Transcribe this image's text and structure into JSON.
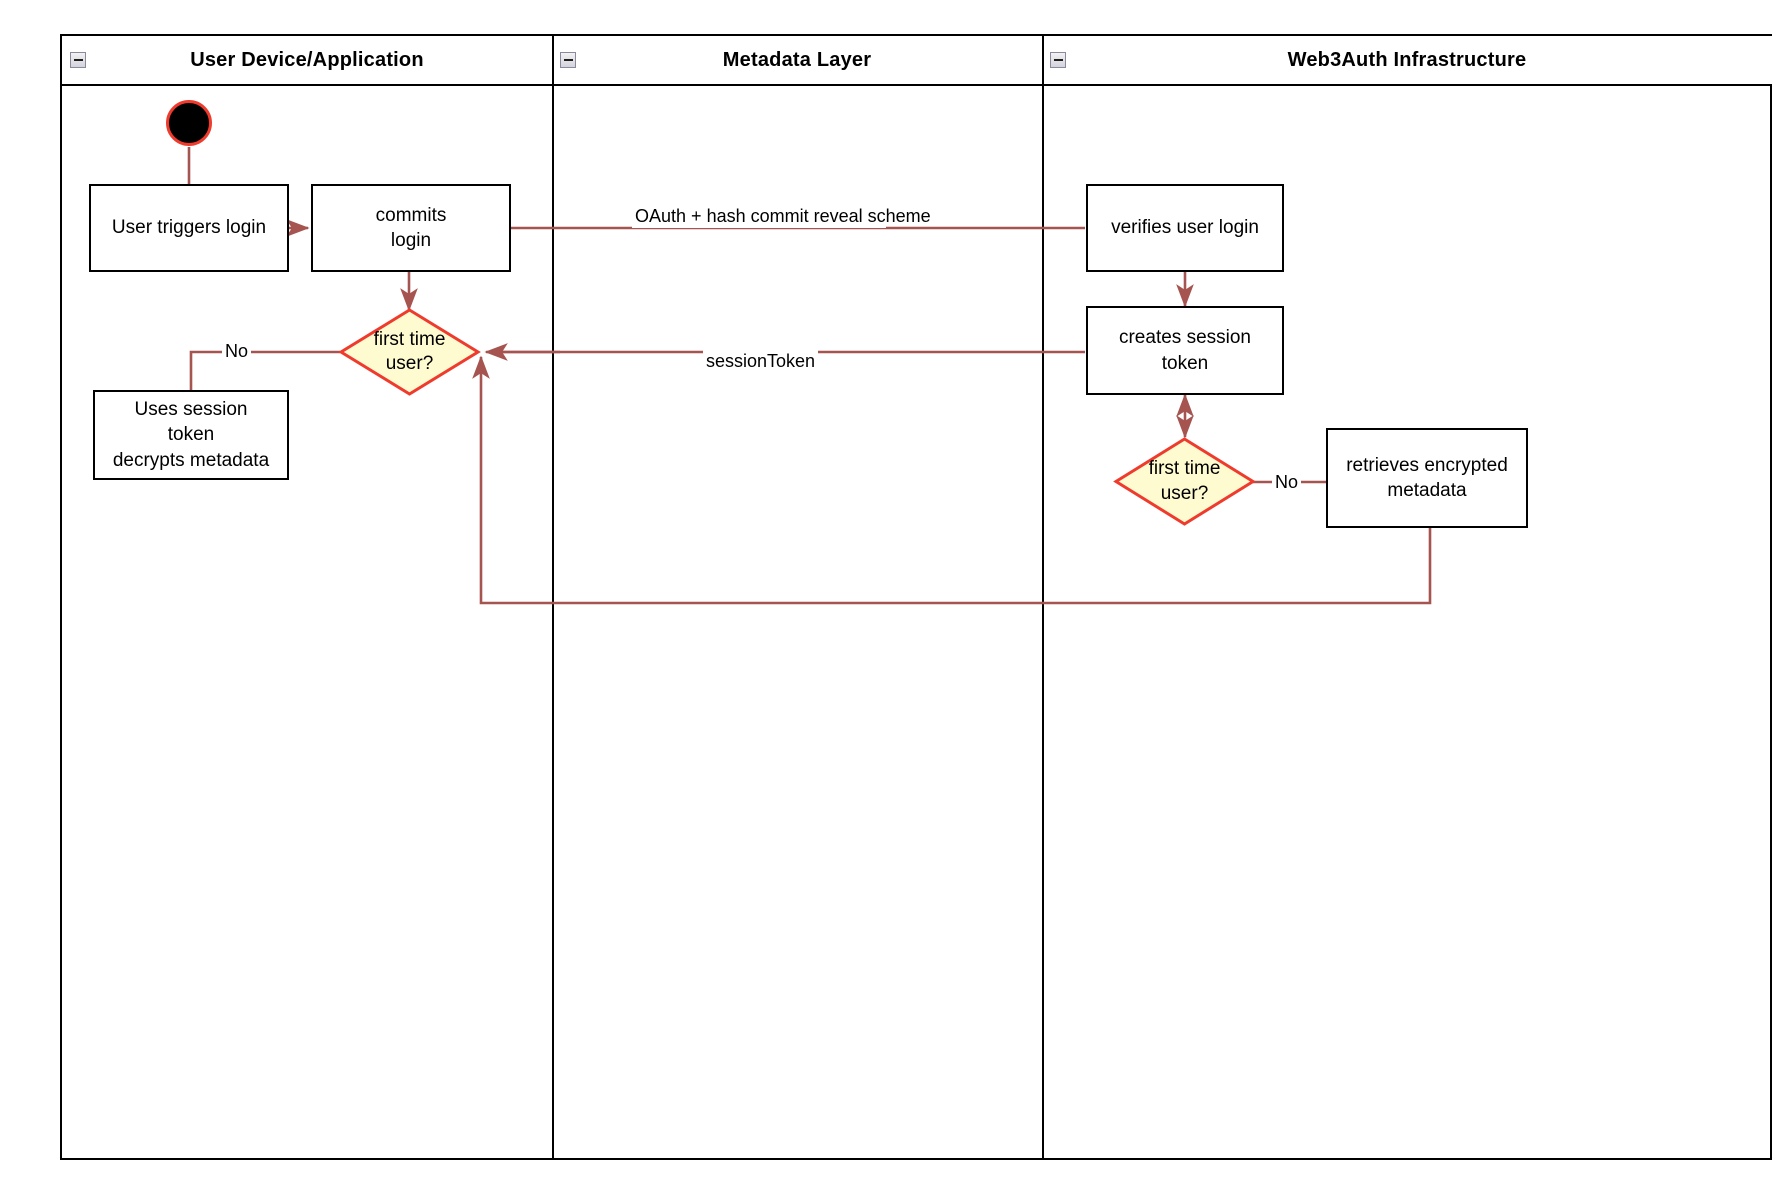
{
  "diagram": {
    "type": "uml-activity-swimlane",
    "colors": {
      "edge": "#a65450",
      "decision_border": "#ef3b2d",
      "decision_fill": "#fffbd0",
      "node_border": "#000000",
      "node_fill": "#ffffff",
      "start_fill": "#000000",
      "start_ring": "#ef3b2d",
      "lane_border": "#000000",
      "collapse_icon_border": "#8a8a9c"
    },
    "lanes": [
      {
        "id": "lane-user-device",
        "title": "User Device/Application",
        "collapse_icon": "minus-box-icon"
      },
      {
        "id": "lane-metadata",
        "title": "Metadata Layer",
        "collapse_icon": "minus-box-icon"
      },
      {
        "id": "lane-web3auth",
        "title": "Web3Auth Infrastructure",
        "collapse_icon": "minus-box-icon"
      }
    ],
    "nodes": {
      "start": {
        "shape": "initial-node",
        "label": ""
      },
      "user_triggers_login": {
        "shape": "action",
        "lines": [
          "User triggers login"
        ]
      },
      "commits_login": {
        "shape": "action",
        "lines": [
          "commits",
          "login"
        ]
      },
      "decision_user": {
        "shape": "decision",
        "lines": [
          "first time",
          "user?"
        ]
      },
      "uses_session_token": {
        "shape": "action",
        "lines": [
          "Uses session",
          "token",
          "decrypts metadata"
        ]
      },
      "verifies_user_login": {
        "shape": "action",
        "lines": [
          "verifies user login"
        ]
      },
      "creates_session_token": {
        "shape": "action",
        "lines": [
          "creates session",
          "token"
        ]
      },
      "decision_web3auth": {
        "shape": "decision",
        "lines": [
          "first time",
          "user?"
        ]
      },
      "retrieves_encrypted_metadata": {
        "shape": "action",
        "lines": [
          "retrieves encrypted",
          "metadata"
        ]
      }
    },
    "edge_labels": {
      "oauth": {
        "lines": [
          "OAuth +",
          "hash commit reveal scheme"
        ]
      },
      "session_token": {
        "text": "sessionToken"
      },
      "no_left": {
        "text": "No"
      },
      "no_right": {
        "text": "No"
      }
    }
  }
}
